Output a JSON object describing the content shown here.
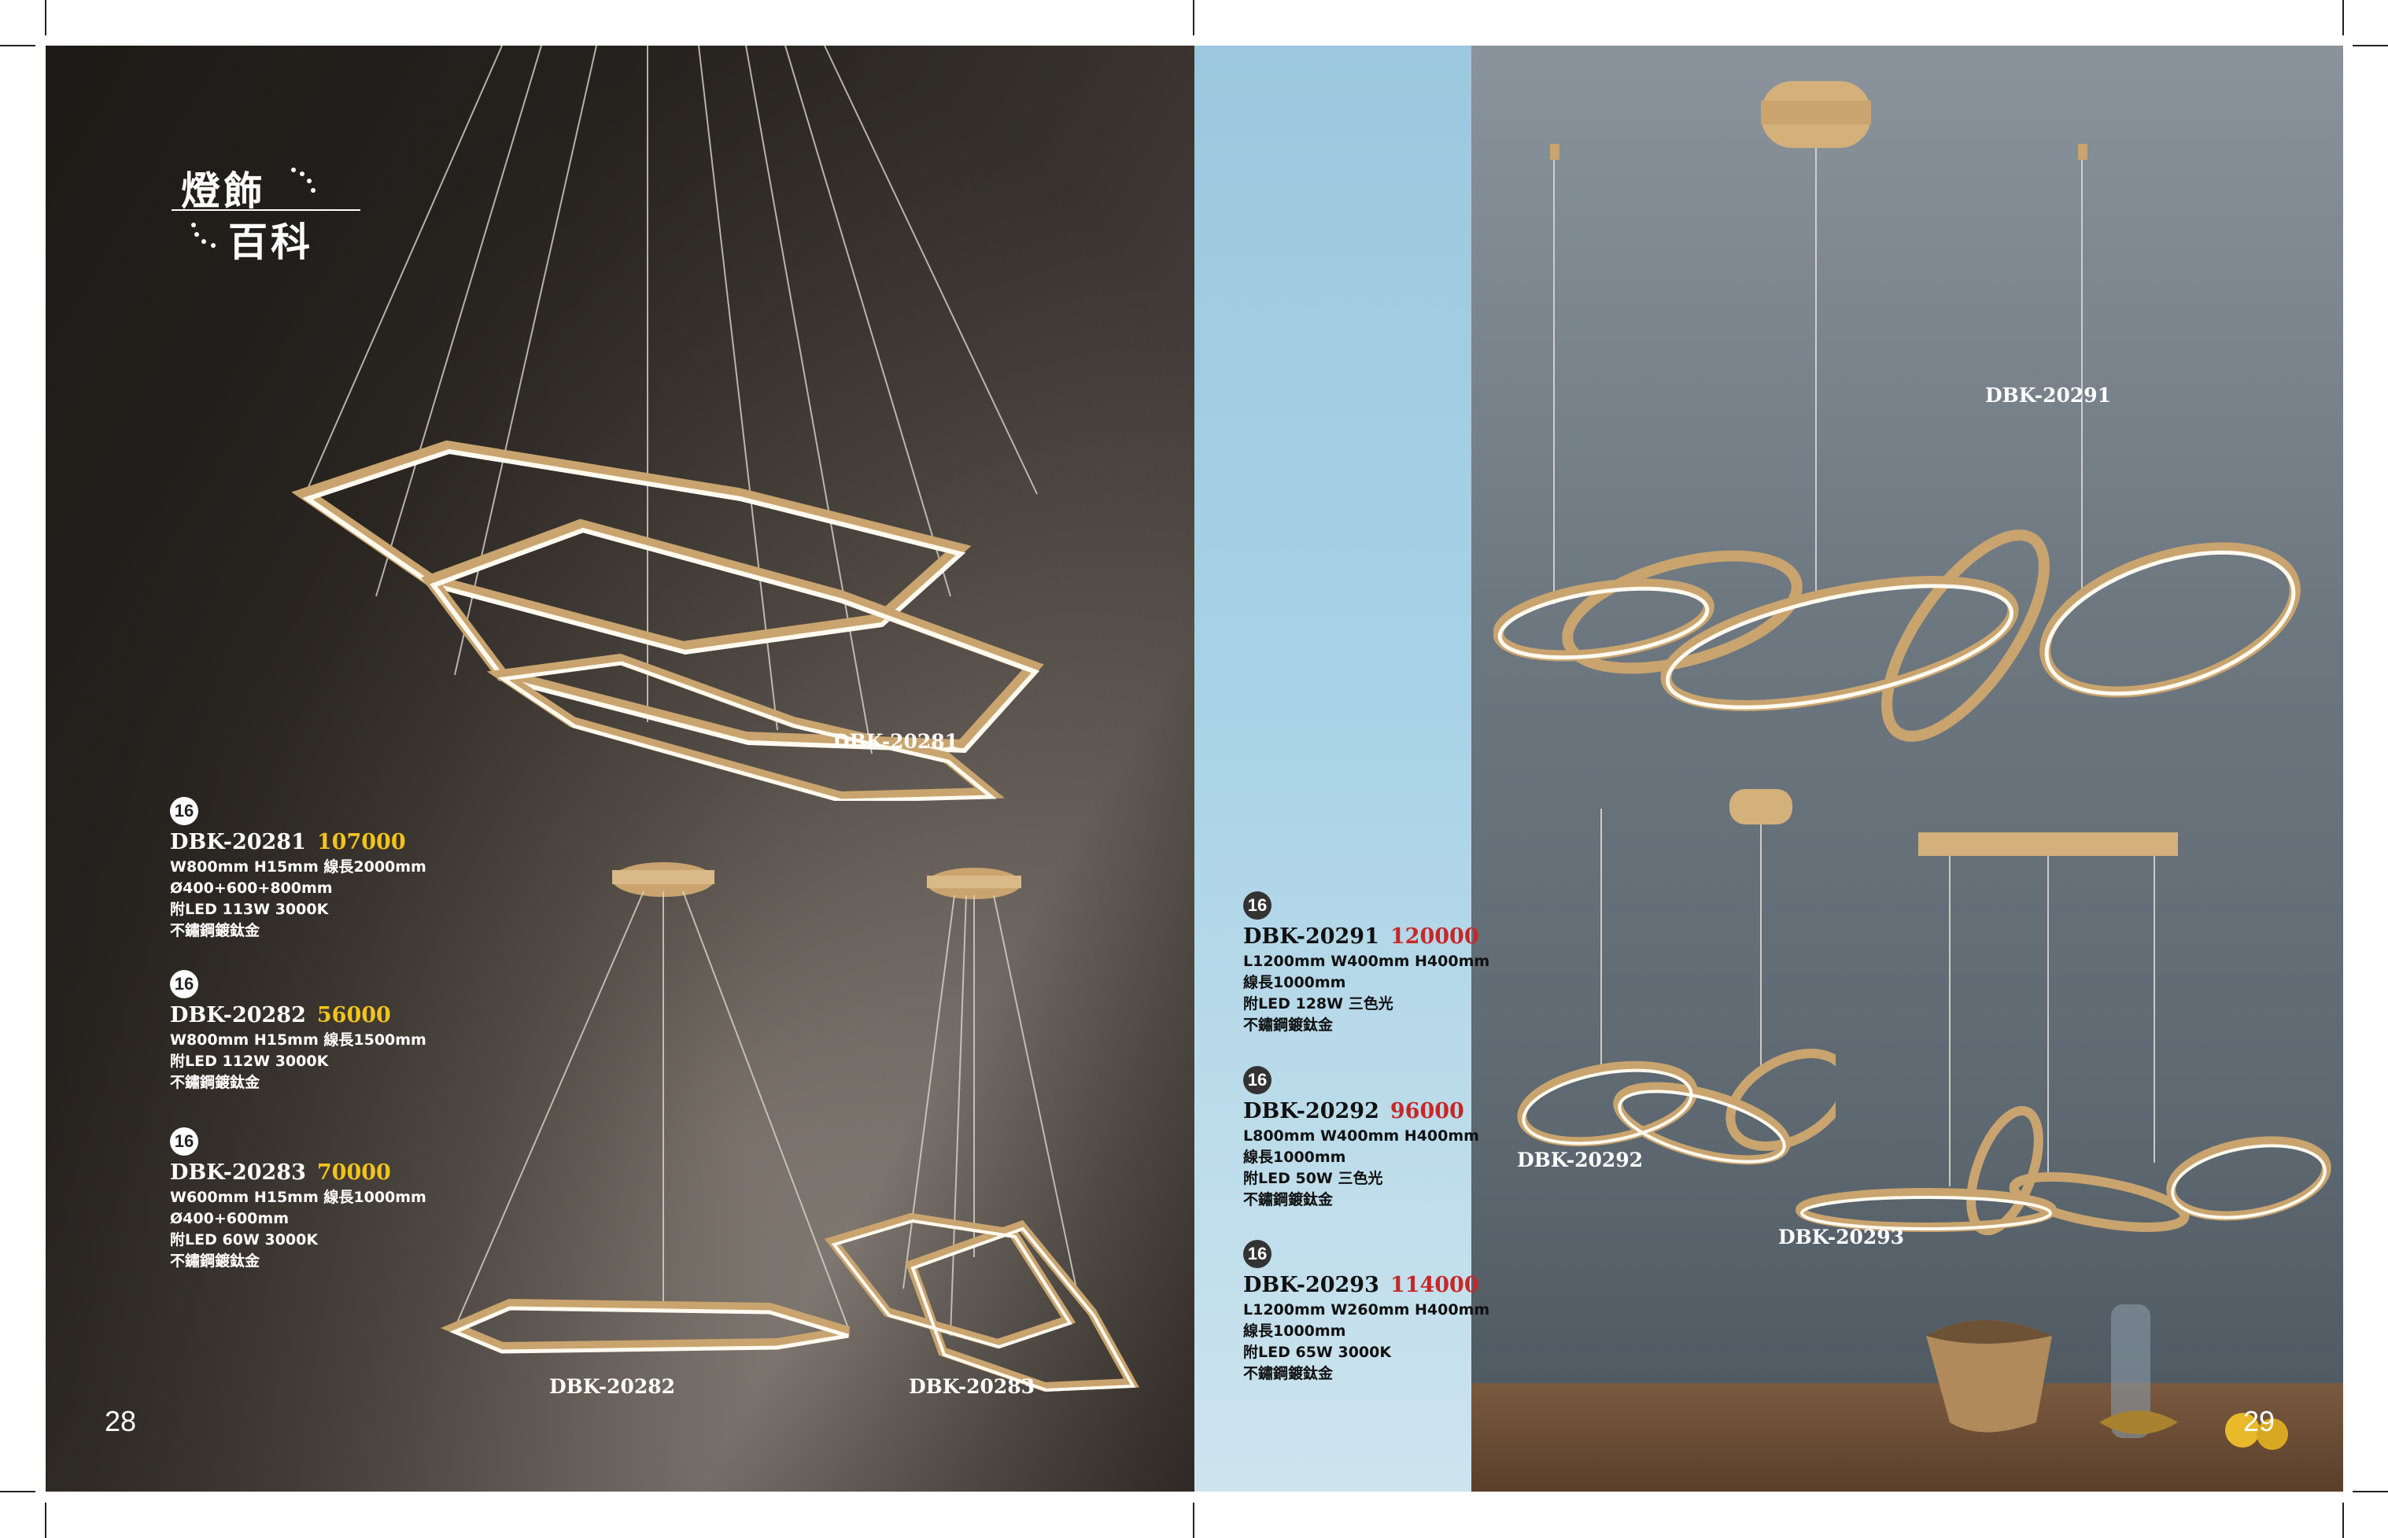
{
  "brand": {
    "logo_line1": "燈飾",
    "logo_line2": "百科"
  },
  "left_page": {
    "page_number": "28",
    "products": [
      {
        "badge": "16",
        "model": "DBK-20281",
        "price": "107000",
        "specs": [
          "W800mm H15mm 線長2000mm",
          "Ø400+600+800mm",
          "附LED 113W 3000K",
          "不鏽鋼鍍鈦金"
        ]
      },
      {
        "badge": "16",
        "model": "DBK-20282",
        "price": "56000",
        "specs": [
          "W800mm H15mm 線長1500mm",
          "附LED 112W 3000K",
          "不鏽鋼鍍鈦金"
        ]
      },
      {
        "badge": "16",
        "model": "DBK-20283",
        "price": "70000",
        "specs": [
          "W600mm H15mm 線長1000mm",
          "Ø400+600mm",
          "附LED 60W 3000K",
          "不鏽鋼鍍鈦金"
        ]
      }
    ],
    "captions": [
      "DBK-20281",
      "DBK-20282",
      "DBK-20283"
    ]
  },
  "right_page": {
    "page_number": "29",
    "products": [
      {
        "badge": "16",
        "model": "DBK-20291",
        "price": "120000",
        "specs": [
          "L1200mm W400mm H400mm",
          "線長1000mm",
          "附LED 128W 三色光",
          "不鏽鋼鍍鈦金"
        ]
      },
      {
        "badge": "16",
        "model": "DBK-20292",
        "price": "96000",
        "specs": [
          "L800mm W400mm H400mm",
          "線長1000mm",
          "附LED 50W 三色光",
          "不鏽鋼鍍鈦金"
        ]
      },
      {
        "badge": "16",
        "model": "DBK-20293",
        "price": "114000",
        "specs": [
          "L1200mm W260mm H400mm",
          "線長1000mm",
          "附LED 65W 3000K",
          "不鏽鋼鍍鈦金"
        ]
      }
    ],
    "captions": [
      "DBK-20291",
      "DBK-20292",
      "DBK-20293"
    ]
  },
  "colors": {
    "gold_price": "#f2c41a",
    "red_price": "#c62828",
    "lamp_gold": "#c9a46e",
    "led_glow": "#fffaf0"
  }
}
